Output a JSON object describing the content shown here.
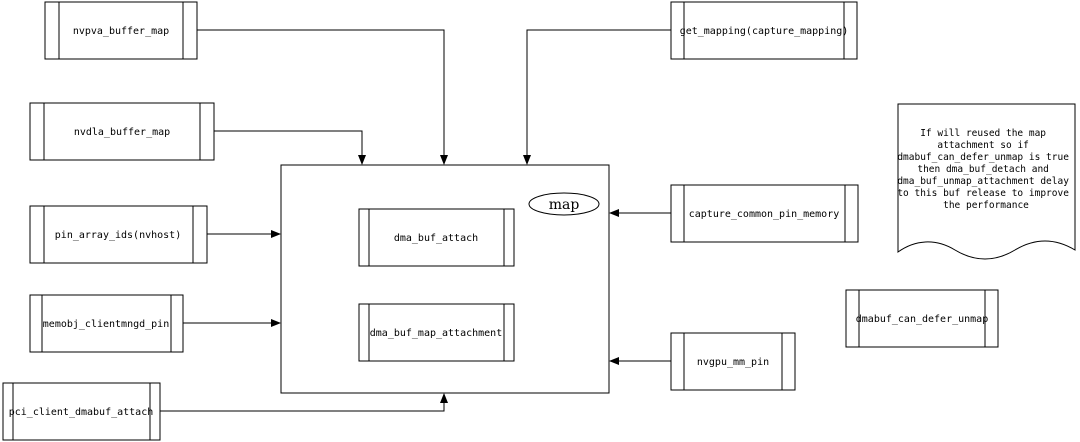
{
  "diagram": {
    "functions": {
      "nvpva_buffer_map": "nvpva_buffer_map",
      "get_mapping": "get_mapping(capture_mapping)",
      "nvdla_buffer_map": "nvdla_buffer_map",
      "pin_array_ids": "pin_array_ids(nvhost)",
      "memobj_clientmngd_pin": "memobj_clientmngd_pin",
      "pci_client_dmabuf_attach": "pci_client_dmabuf_attach",
      "capture_common_pin_memory": "capture_common_pin_memory",
      "nvgpu_mm_pin": "nvgpu_mm_pin",
      "dmabuf_can_defer_unmap": "dmabuf_can_defer_unmap"
    },
    "map_group": {
      "title": "map",
      "dma_buf_attach": "dma_buf_attach",
      "dma_buf_map_attachment": "dma_buf_map_attachment"
    },
    "note": {
      "lines": [
        "If will reused the map",
        "attachment so if",
        "dmabuf_can_defer_unmap is true",
        "then  dma_buf_detach and",
        "dma_buf_unmap_attachment delay",
        "to this buf release to improve",
        "the performance"
      ]
    }
  }
}
